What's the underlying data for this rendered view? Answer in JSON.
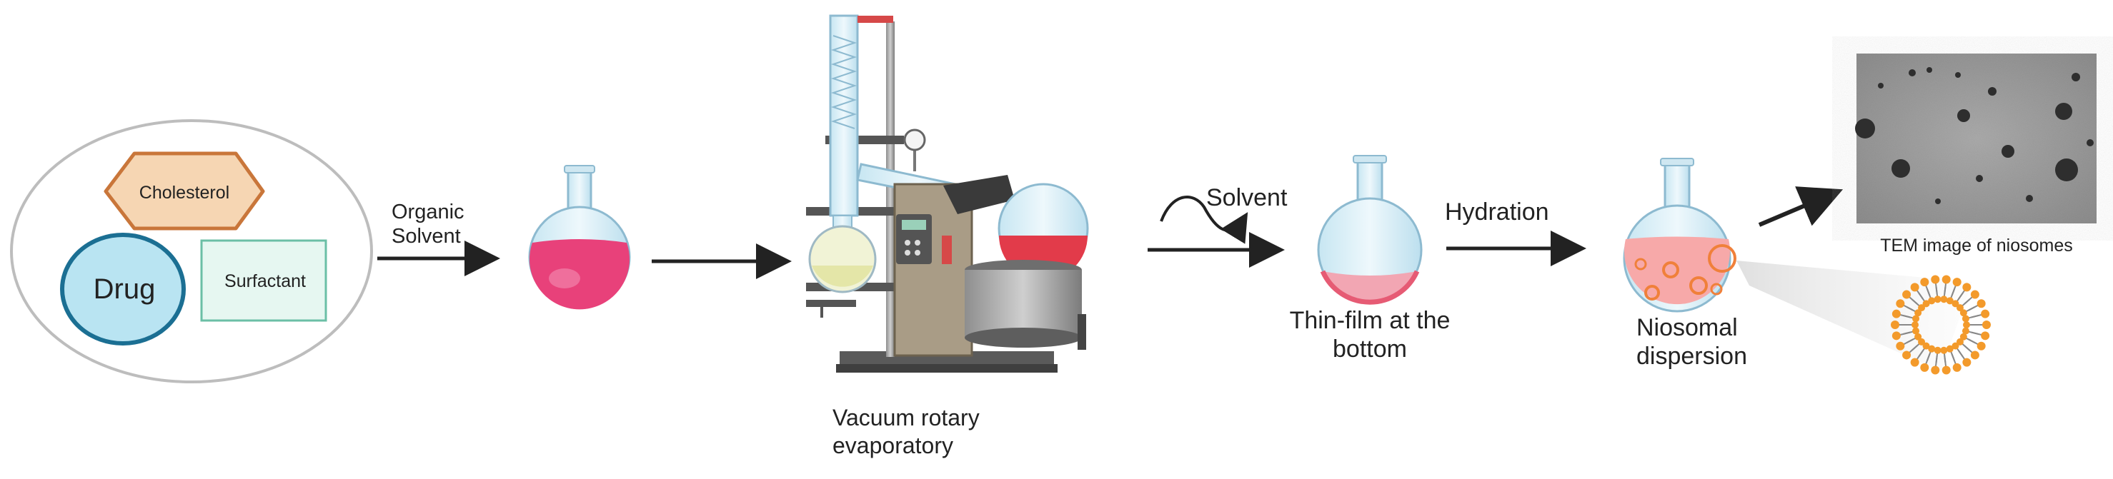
{
  "ingredients": {
    "cholesterol": "Cholesterol",
    "drug": "Drug",
    "surfactant": "Surfactant"
  },
  "steps": {
    "organic_solvent_line1": "Organic",
    "organic_solvent_line2": "Solvent",
    "evaporator_line1": "Vacuum rotary",
    "evaporator_line2": "evaporatory",
    "solvent": "Solvent",
    "thin_film_line1": "Thin-film at the",
    "thin_film_line2": "bottom",
    "hydration": "Hydration",
    "niosomal_line1": "Niosomal",
    "niosomal_line2": "dispersion",
    "tem_caption": "TEM image of niosomes"
  },
  "colors": {
    "pink_liquid": "#e8417a",
    "red_liquid": "#e23b4a",
    "cholesterol_fill": "#f6d6b3",
    "cholesterol_stroke": "#c9763a",
    "drug_fill": "#b9e4f2",
    "drug_stroke": "#1b6f93",
    "surfactant_fill": "#e6f7f1",
    "surfactant_stroke": "#6bbfa6",
    "glass": "#d8eef6",
    "niosome_orange": "#f39a2b"
  }
}
